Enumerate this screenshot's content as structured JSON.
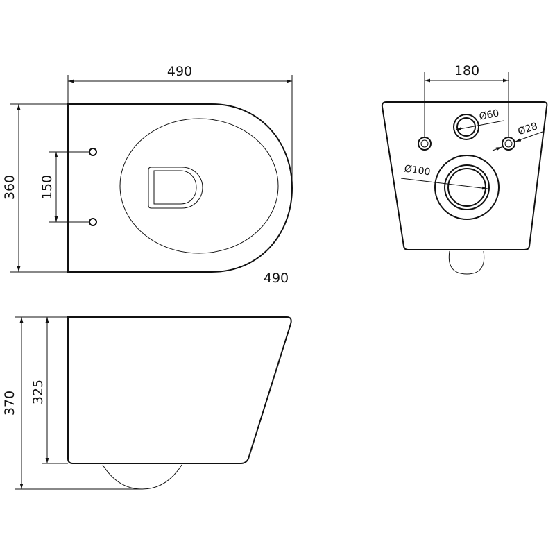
{
  "top_view": {
    "width_label": "490",
    "depth_label": "360",
    "fixing_spacing_label": "150",
    "length_label": "490"
  },
  "rear_view": {
    "fixing_spacing_label": "180",
    "water_inlet_label": "Ø60",
    "fixing_hole_label": "Ø28",
    "outlet_label": "Ø100"
  },
  "side_view": {
    "total_height_label": "370",
    "body_height_label": "325"
  },
  "colors": {
    "line": "#111111",
    "background": "#ffffff"
  }
}
